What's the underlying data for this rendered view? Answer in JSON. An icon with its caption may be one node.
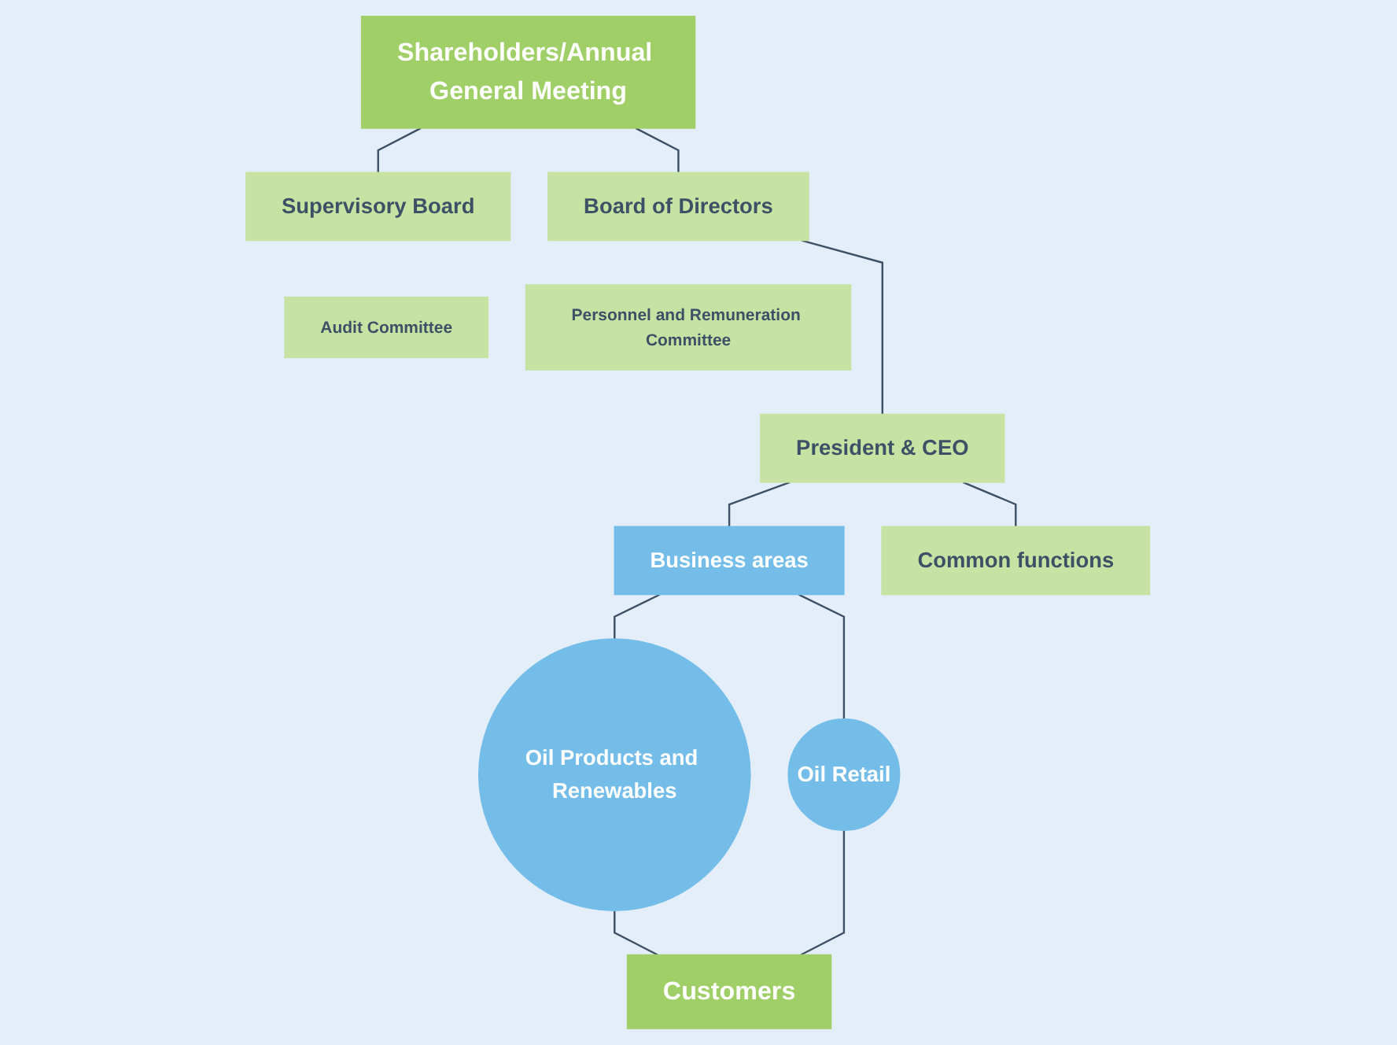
{
  "diagram": {
    "nodes": [
      {
        "text": [
          "Shareholders/Annual General Meeting"
        ]
      },
      {
        "text": [
          "Supervisory Board"
        ]
      },
      {
        "text": [
          "Board of Directors"
        ]
      },
      {
        "text": [
          "Audit Committee"
        ]
      },
      {
        "text": [
          "Personnel and Remuneration Committee"
        ]
      },
      {
        "text": [
          "President & CEO"
        ]
      },
      {
        "text": [
          "Business areas"
        ]
      },
      {
        "text": [
          "Common functions"
        ]
      },
      {
        "text": [
          "Oil Products and Renewables"
        ]
      },
      {
        "text": [
          "Oil Retail"
        ]
      },
      {
        "text": [
          "Customers"
        ]
      }
    ],
    "edges": [
      {
        "from": 0,
        "to": 1,
        "arrow": "none"
      },
      {
        "from": 0,
        "to": 2,
        "arrow": "none"
      },
      {
        "from": 2,
        "to": 5,
        "arrow": "none"
      },
      {
        "from": 5,
        "to": 6,
        "arrow": "none"
      },
      {
        "from": 5,
        "to": 7,
        "arrow": "none"
      },
      {
        "from": 6,
        "to": 8,
        "arrow": "none"
      },
      {
        "from": 6,
        "to": 9,
        "arrow": "none"
      },
      {
        "from": 8,
        "to": 10,
        "arrow": "none"
      },
      {
        "from": 9,
        "to": 10,
        "arrow": "none"
      }
    ]
  }
}
